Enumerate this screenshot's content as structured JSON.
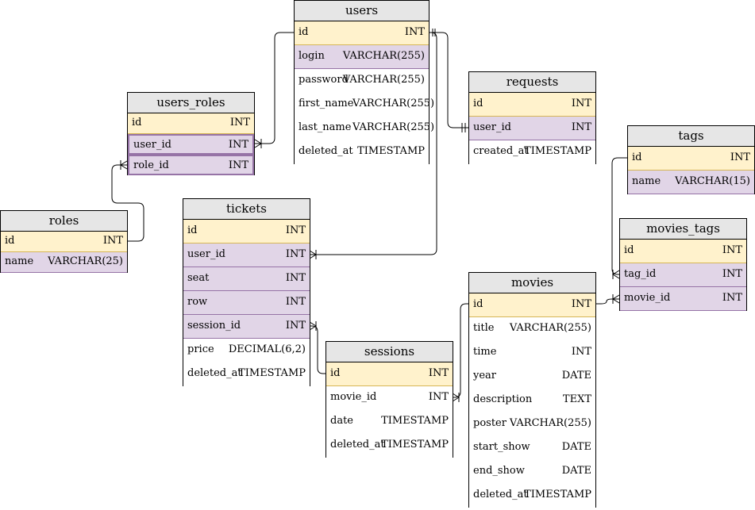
{
  "tables": {
    "users": {
      "title": "users",
      "rows": [
        {
          "name": "id",
          "type": "INT"
        },
        {
          "name": "login",
          "type": "VARCHAR(255)"
        },
        {
          "name": "password",
          "type": "VARCHAR(255)"
        },
        {
          "name": "first_name",
          "type": "VARCHAR(255)"
        },
        {
          "name": "last_name",
          "type": "VARCHAR(255)"
        },
        {
          "name": "deleted_at",
          "type": "TIMESTAMP"
        }
      ]
    },
    "requests": {
      "title": "requests",
      "rows": [
        {
          "name": "id",
          "type": "INT"
        },
        {
          "name": "user_id",
          "type": "INT"
        },
        {
          "name": "created_at",
          "type": "TIMESTAMP"
        }
      ]
    },
    "tags": {
      "title": "tags",
      "rows": [
        {
          "name": "id",
          "type": "INT"
        },
        {
          "name": "name",
          "type": "VARCHAR(15)"
        }
      ]
    },
    "users_roles": {
      "title": "users_roles",
      "rows": [
        {
          "name": "id",
          "type": "INT"
        },
        {
          "name": "user_id",
          "type": "INT"
        },
        {
          "name": "role_id",
          "type": "INT"
        }
      ]
    },
    "roles": {
      "title": "roles",
      "rows": [
        {
          "name": "id",
          "type": "INT"
        },
        {
          "name": "name",
          "type": "VARCHAR(25)"
        }
      ]
    },
    "tickets": {
      "title": "tickets",
      "rows": [
        {
          "name": "id",
          "type": "INT"
        },
        {
          "name": "user_id",
          "type": "INT"
        },
        {
          "name": "seat",
          "type": "INT"
        },
        {
          "name": "row",
          "type": "INT"
        },
        {
          "name": "session_id",
          "type": "INT"
        },
        {
          "name": "price",
          "type": "DECIMAL(6,2)"
        },
        {
          "name": "deleted_at",
          "type": "TIMESTAMP"
        }
      ]
    },
    "movies_tags": {
      "title": "movies_tags",
      "rows": [
        {
          "name": "id",
          "type": "INT"
        },
        {
          "name": "tag_id",
          "type": "INT"
        },
        {
          "name": "movie_id",
          "type": "INT"
        }
      ]
    },
    "movies": {
      "title": "movies",
      "rows": [
        {
          "name": "id",
          "type": "INT"
        },
        {
          "name": "title",
          "type": "VARCHAR(255)"
        },
        {
          "name": "time",
          "type": "INT"
        },
        {
          "name": "year",
          "type": "DATE"
        },
        {
          "name": "description",
          "type": "TEXT"
        },
        {
          "name": "poster",
          "type": "VARCHAR(255)"
        },
        {
          "name": "start_show",
          "type": "DATE"
        },
        {
          "name": "end_show",
          "type": "DATE"
        },
        {
          "name": "deleted_at",
          "type": "TIMESTAMP"
        }
      ]
    },
    "sessions": {
      "title": "sessions",
      "rows": [
        {
          "name": "id",
          "type": "INT"
        },
        {
          "name": "movie_id",
          "type": "INT"
        },
        {
          "name": "date",
          "type": "TIMESTAMP"
        },
        {
          "name": "deleted_at",
          "type": "TIMESTAMP"
        }
      ]
    }
  },
  "relationships": [
    {
      "from": "users.id",
      "to": "users_roles.user_id",
      "cardinality": "one-to-many"
    },
    {
      "from": "users.id",
      "to": "requests.user_id",
      "cardinality": "one-to-one"
    },
    {
      "from": "users.id",
      "to": "tickets.user_id",
      "cardinality": "one-to-many"
    },
    {
      "from": "roles.id",
      "to": "users_roles.role_id",
      "cardinality": "one-to-many"
    },
    {
      "from": "tags.id",
      "to": "movies_tags.tag_id",
      "cardinality": "one-to-many"
    },
    {
      "from": "movies.id",
      "to": "movies_tags.movie_id",
      "cardinality": "one-to-many"
    },
    {
      "from": "sessions.id",
      "to": "tickets.session_id",
      "cardinality": "one-to-many"
    },
    {
      "from": "movies.id",
      "to": "sessions.movie_id",
      "cardinality": "one-to-many"
    }
  ]
}
